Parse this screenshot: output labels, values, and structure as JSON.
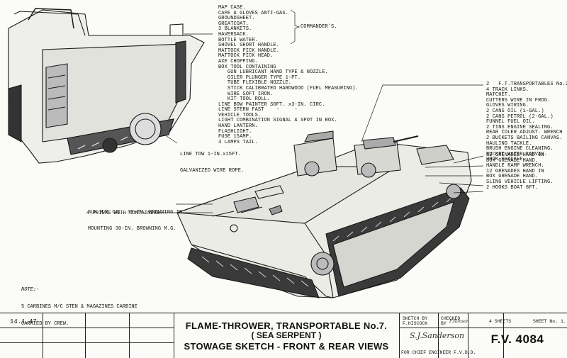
{
  "stowage_list": [
    "MAP CASE.",
    "CAPE & GLOVES ANTI-GAS.",
    "GROUNDSHEET.",
    "GREATCOAT.",
    "3 BLANKETS.",
    "HAVERSACK.",
    "BOTTLE WATER.",
    "SHOVEL SHORT HANDLE.",
    "MATTOCK PICK HANDLE.",
    "MATTOCK PICK HEAD.",
    "AXE CHOPPING.",
    "BOX TOOL CONTAINING",
    "   GUN LUBRICANT HAND TYPE & NOZZLE.",
    "   OILER PLUNGER TYPE 1-PT.",
    "   TUBE FLEXIBLE NOZZLE.",
    "   STICK CALIBRATED HARDWOOD (FUEL MEASURING).",
    "   WIRE SOFT IRON.",
    "   KIT TOOL ROLL.",
    "LINE BOW PAINTER SOFT. x3-IN. CIRC.",
    "LINE STERN FAST    -     -",
    "VEHICLE TOOLS.",
    "LIGHT COMBINATION SIGNAL & SPOT IN BOX.",
    "HAND LANTERN.",
    "FLASHLIGHT.",
    "FUSE 15AMP.",
    "3 LAMPS TAIL."
  ],
  "commanders_label": "COMMANDER'S.",
  "tow_label": [
    "LINE TOW 1-IN.x15FT.",
    "GALVANIZED WIRE ROPE."
  ],
  "gun_label": [
    "GUN M/C CAL. 30-IN. BROWNING IN",
    "MOUNTING 30-IN. BROWNING M.G."
  ],
  "prism_label": "4 PRISMS WITH CONTAINERS.",
  "right_list": [
    "2   F.T.TRANSPORTABLES No.2",
    "4 TRACK LINKS.",
    "MATCHET.",
    "CUTTERS WIRE IN FROG.",
    "GLOVES WIRING.",
    "2 CANS OIL (1-GAL.)",
    "2 CANS PETROL (2-GAL.)",
    "FUNNEL FUEL OIL.",
    "2 TINS ENGINE SEALING.",
    "REAR IDLER ADJUST. WRENCH",
    "2 BUCKETS BAILING CANVAS.",
    "HAULING TACKLE.",
    "BRUSH ENGINE CLEANING.",
    "BUCKET WATER CANVAS.",
    "HOOK SHACKLE."
  ],
  "right_list2": [
    "12 GRENADES HAND IN",
    "BOX GRENADE HAND.",
    "HANDLE RAMP WRENCH.",
    "12 GRENADES HAND IN",
    "BOX GRENADE HAND.",
    "SLING VEHICLE LIFTING.",
    "2 HOOKS BOAT 8FT."
  ],
  "note": [
    "NOTE:-",
    "5 CARBINES M/C STEN & MAGAZINES CARBINE",
    "CARRIED BY CREW."
  ],
  "title_block": {
    "date": "14.1.47",
    "title_line1": "FLAME-THROWER, TRANSPORTABLE No.7.",
    "title_line2": "( SEA SERPENT )",
    "title_line3": "STOWAGE SKETCH - FRONT & REAR VIEWS",
    "sketch_by_label": "SKETCH BY",
    "sketch_by": "F.HISCOCK",
    "checked_label": "CHECKED",
    "checked_by": "BY",
    "sheets": "4 SHEETS",
    "sheet_no": "SHEET No. 1.",
    "signature": "S.J.Sanderson",
    "chief_engineer": "FOR CHIEF ENGINEER F.V.D.D.",
    "drawing_no": "F.V. 4084"
  }
}
